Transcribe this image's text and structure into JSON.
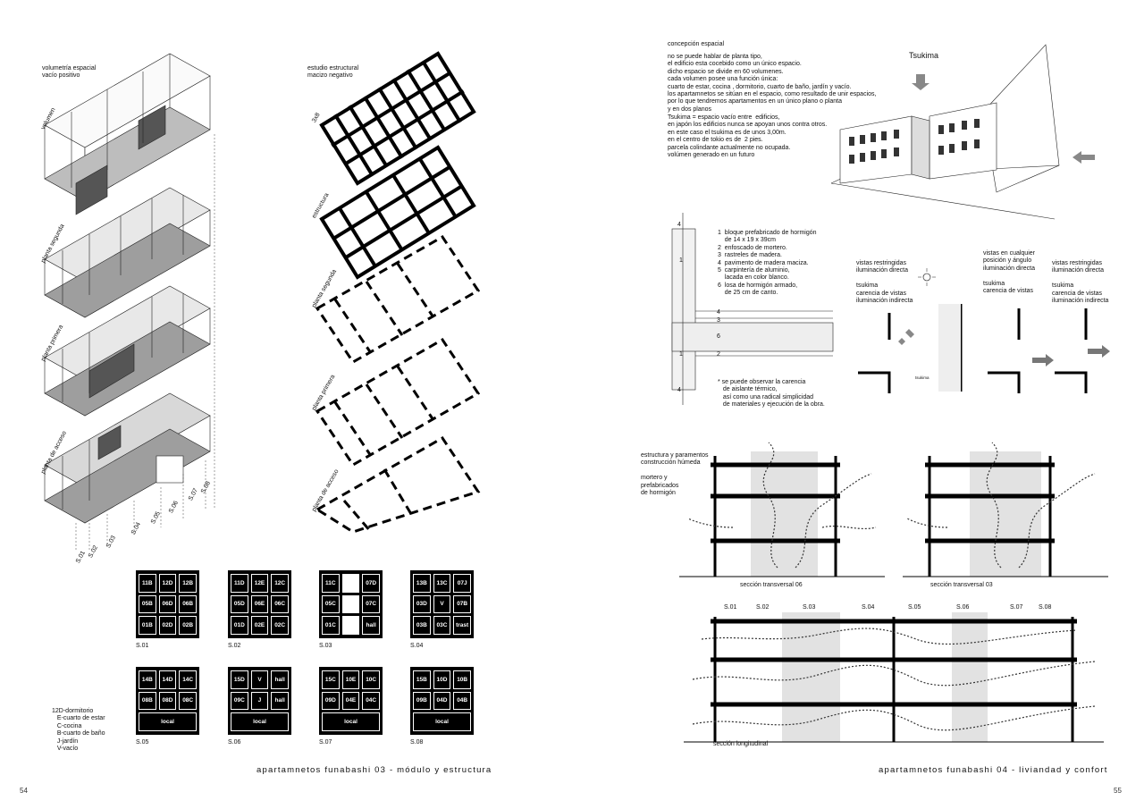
{
  "left_page": {
    "axonometric_labels": {
      "volumetria": "volumetría espacial\nvacío positivo",
      "volumen": "volumen",
      "planta_segunda": "planta segunda",
      "planta_primera": "planta primera",
      "planta_acceso": "planta de acceso"
    },
    "section_markers": [
      "S.01",
      "S.02",
      "S.03",
      "S.04",
      "S.05",
      "S.06",
      "S.07",
      "S.08"
    ],
    "structural_labels": {
      "estudio": "estudio estructural\nmacizo negativo",
      "grid_3x8": "3x8",
      "estructura": "estructura",
      "planta_segunda": "planta segunda",
      "planta_primera": "planta primera",
      "planta_acceso": "planta de acceso"
    },
    "sections": [
      {
        "label": "S.01",
        "rows": [
          [
            "11B",
            "12D",
            "12B"
          ],
          [
            "05B",
            "06D",
            "06B"
          ],
          [
            "01B",
            "02D",
            "02B"
          ]
        ]
      },
      {
        "label": "S.02",
        "rows": [
          [
            "11D",
            "12E",
            "12C"
          ],
          [
            "05D",
            "06E",
            "06C"
          ],
          [
            "01D",
            "02E",
            "02C"
          ]
        ]
      },
      {
        "label": "S.03",
        "rows": [
          [
            "11C",
            "",
            "07D"
          ],
          [
            "05C",
            "",
            "07C"
          ],
          [
            "01C",
            "",
            "hall"
          ]
        ]
      },
      {
        "label": "S.04",
        "rows": [
          [
            "13B",
            "13C",
            "07J"
          ],
          [
            "03D",
            "V",
            "07B"
          ],
          [
            "03B",
            "03C",
            "trast"
          ]
        ]
      },
      {
        "label": "S.05",
        "rows": [
          [
            "14B",
            "14D",
            "14C"
          ],
          [
            "08B",
            "08D",
            "08C"
          ]
        ],
        "bottom": "local"
      },
      {
        "label": "S.06",
        "rows": [
          [
            "15D",
            "V",
            "hall"
          ],
          [
            "09C",
            "J",
            "hall"
          ]
        ],
        "bottom": "local"
      },
      {
        "label": "S.07",
        "rows": [
          [
            "15C",
            "10E",
            "10C"
          ],
          [
            "09D",
            "04E",
            "04C"
          ]
        ],
        "bottom": "local"
      },
      {
        "label": "S.08",
        "rows": [
          [
            "15B",
            "10D",
            "10B"
          ],
          [
            "09B",
            "04D",
            "04B"
          ]
        ],
        "bottom": "local"
      }
    ],
    "legend": [
      "12D-dormitorio",
      "E-cuarto de estar",
      "C-cocina",
      "B-cuarto de baño",
      "J-jardín",
      "V-vacío"
    ],
    "footer": "apartamnetos funabashi  03 - módulo y estructura",
    "page_number": "54"
  },
  "right_page": {
    "concepcion_title": "concepción espacial",
    "concepcion_text": "no se puede hablar de planta tipo,\nel edificio esta cocebido como un único espacio.\ndicho espacio se divide en 60 volumenes.\ncada volumen posee una función única:\ncuarto de estar, cocina , dormitorio, cuarto de baño, jardín y vacío.\nlos apartamnetos se sitúan en el espacio, como resultado de unir espacios,\npor lo que tendremos apartamentos en un único plano o planta\ny en dos planos",
    "tsukima_text": "Tsukima = espacio vacío entre  edificios,\nen japón los edificios nunca se apoyan unos contra otros.\nen este caso el tsukima es de unos 3,00m.\nen el centro de tokio es de  2 pies.",
    "parcela_text": "parcela colindante actualmente no ocupada.\nvolúmen generado en un futuro",
    "tsukima_label": "Tsukima",
    "detail_notes": "1  bloque prefabricado de hormigón\n    de 14 x 19 x 39cm\n2  enfoscado de mortero.\n3  rastreles de madera.\n4  pavimento de madera maciza.\n5  carpintería de aluminio,\n    lacada en color blanco.\n6  losa de hormigón armado,\n    de 25 cm de canto.",
    "detail_footnote": "* se puede observar la carencia\n   de aislante térmico,\n   así como una radical simplicidad\n   de materiales y ejecución de la obra.",
    "detail_numbers": [
      "4",
      "1",
      "4",
      "3",
      "6",
      "1",
      "2",
      "4"
    ],
    "views": [
      {
        "text": "vistas restringidas\niluminación directa\n\ntsukima\ncarencia de vistas\niluminación indirecta"
      },
      {
        "text": "vistas en cualquier\nposición y ángulo\niluminación directa\n\ntsukima\ncarencia de vistas"
      },
      {
        "text": "vistas restringidas\niluminación directa\n\ntsukima\ncarencia de vistas\niluminación indirecta"
      }
    ],
    "view_small_label": "tsukima",
    "estructura_text": "estructura y paramentos\nconstrucción húmeda\n\nmortero y\nprefabricados\nde hormigón",
    "seccion_transversal_06": "sección transversal 06",
    "seccion_transversal_03": "sección transversal 03",
    "seccion_longitudinal": "sección longitudinal",
    "long_markers": [
      "S.01",
      "S.02",
      "S.03",
      "S.04",
      "S.05",
      "S.06",
      "S.07",
      "S.08"
    ],
    "footer": "apartamnetos funabashi 04 - liviandad y confort",
    "page_number": "55"
  }
}
